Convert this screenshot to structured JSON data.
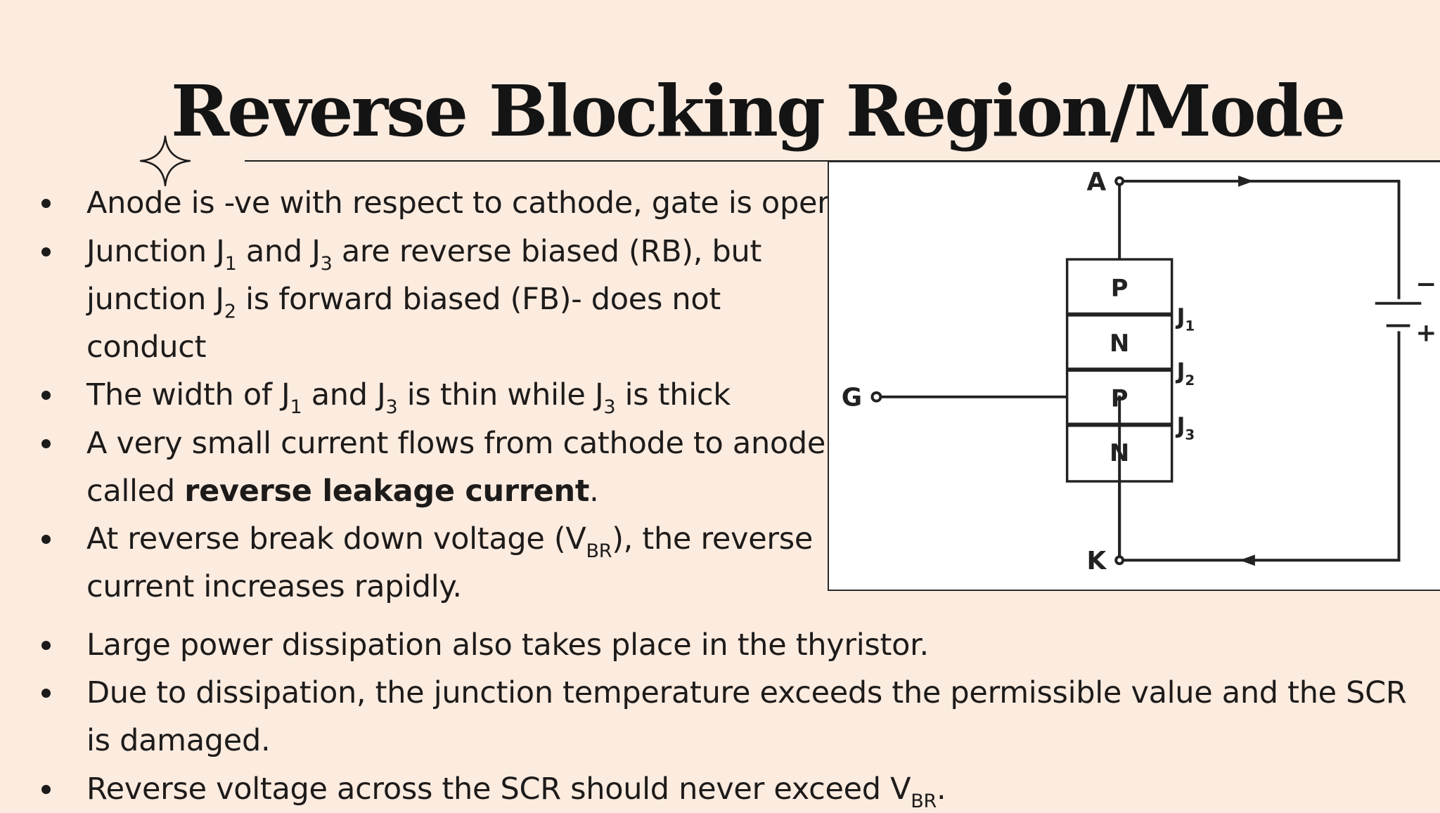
{
  "slide": {
    "title": "Reverse Blocking Region/Mode",
    "bullets": [
      {
        "lines": [
          [
            {
              "t": "Anode is -ve with respect to cathode, gate is open"
            }
          ]
        ]
      },
      {
        "lines": [
          [
            {
              "t": "Junction J"
            },
            {
              "t": "1",
              "sub": true
            },
            {
              "t": " and J"
            },
            {
              "t": "3",
              "sub": true
            },
            {
              "t": " are reverse biased (RB), but"
            }
          ],
          [
            {
              "t": "junction J"
            },
            {
              "t": "2",
              "sub": true
            },
            {
              "t": " is forward biased (FB)- does not"
            }
          ],
          [
            {
              "t": "conduct"
            }
          ]
        ]
      },
      {
        "lines": [
          [
            {
              "t": " The width of J"
            },
            {
              "t": "1",
              "sub": true
            },
            {
              "t": " and J"
            },
            {
              "t": "3",
              "sub": true
            },
            {
              "t": " is thin  while J"
            },
            {
              "t": "3",
              "sub": true
            },
            {
              "t": " is thick"
            }
          ]
        ]
      },
      {
        "lines": [
          [
            {
              "t": "A very small current flows from cathode to anode"
            }
          ],
          [
            {
              "t": "called "
            },
            {
              "t": "reverse leakage current",
              "bold": true
            },
            {
              "t": "."
            }
          ]
        ]
      },
      {
        "lines": [
          [
            {
              "t": " At reverse break down voltage (V"
            },
            {
              "t": "BR",
              "sub": true
            },
            {
              "t": "), the reverse"
            }
          ],
          [
            {
              "t": " current increases rapidly."
            }
          ]
        ]
      },
      {
        "lines": [
          [
            {
              "t": " Large power dissipation also takes place in the thyristor."
            }
          ]
        ]
      },
      {
        "lines": [
          [
            {
              "t": "  Due to dissipation, the junction temperature exceeds the permissible value and the SCR"
            }
          ],
          [
            {
              "t": " is damaged."
            }
          ]
        ]
      },
      {
        "lines": [
          [
            {
              "t": " Reverse voltage across the SCR should never exceed V"
            },
            {
              "t": "BR",
              "sub": true
            },
            {
              "t": "."
            }
          ]
        ]
      }
    ]
  },
  "diagram": {
    "anode": "A",
    "cathode": "K",
    "gate": "G",
    "layers": [
      "P",
      "N",
      "P",
      "N"
    ],
    "junctions": [
      {
        "l": "J",
        "s": "1"
      },
      {
        "l": "J",
        "s": "2"
      },
      {
        "l": "J",
        "s": "3"
      }
    ],
    "battery_minus": "−",
    "battery_plus": "+"
  },
  "colors": {
    "background": "#fcebdf",
    "text": "#1d1b1a",
    "diagram_bg": "#ffffff"
  }
}
